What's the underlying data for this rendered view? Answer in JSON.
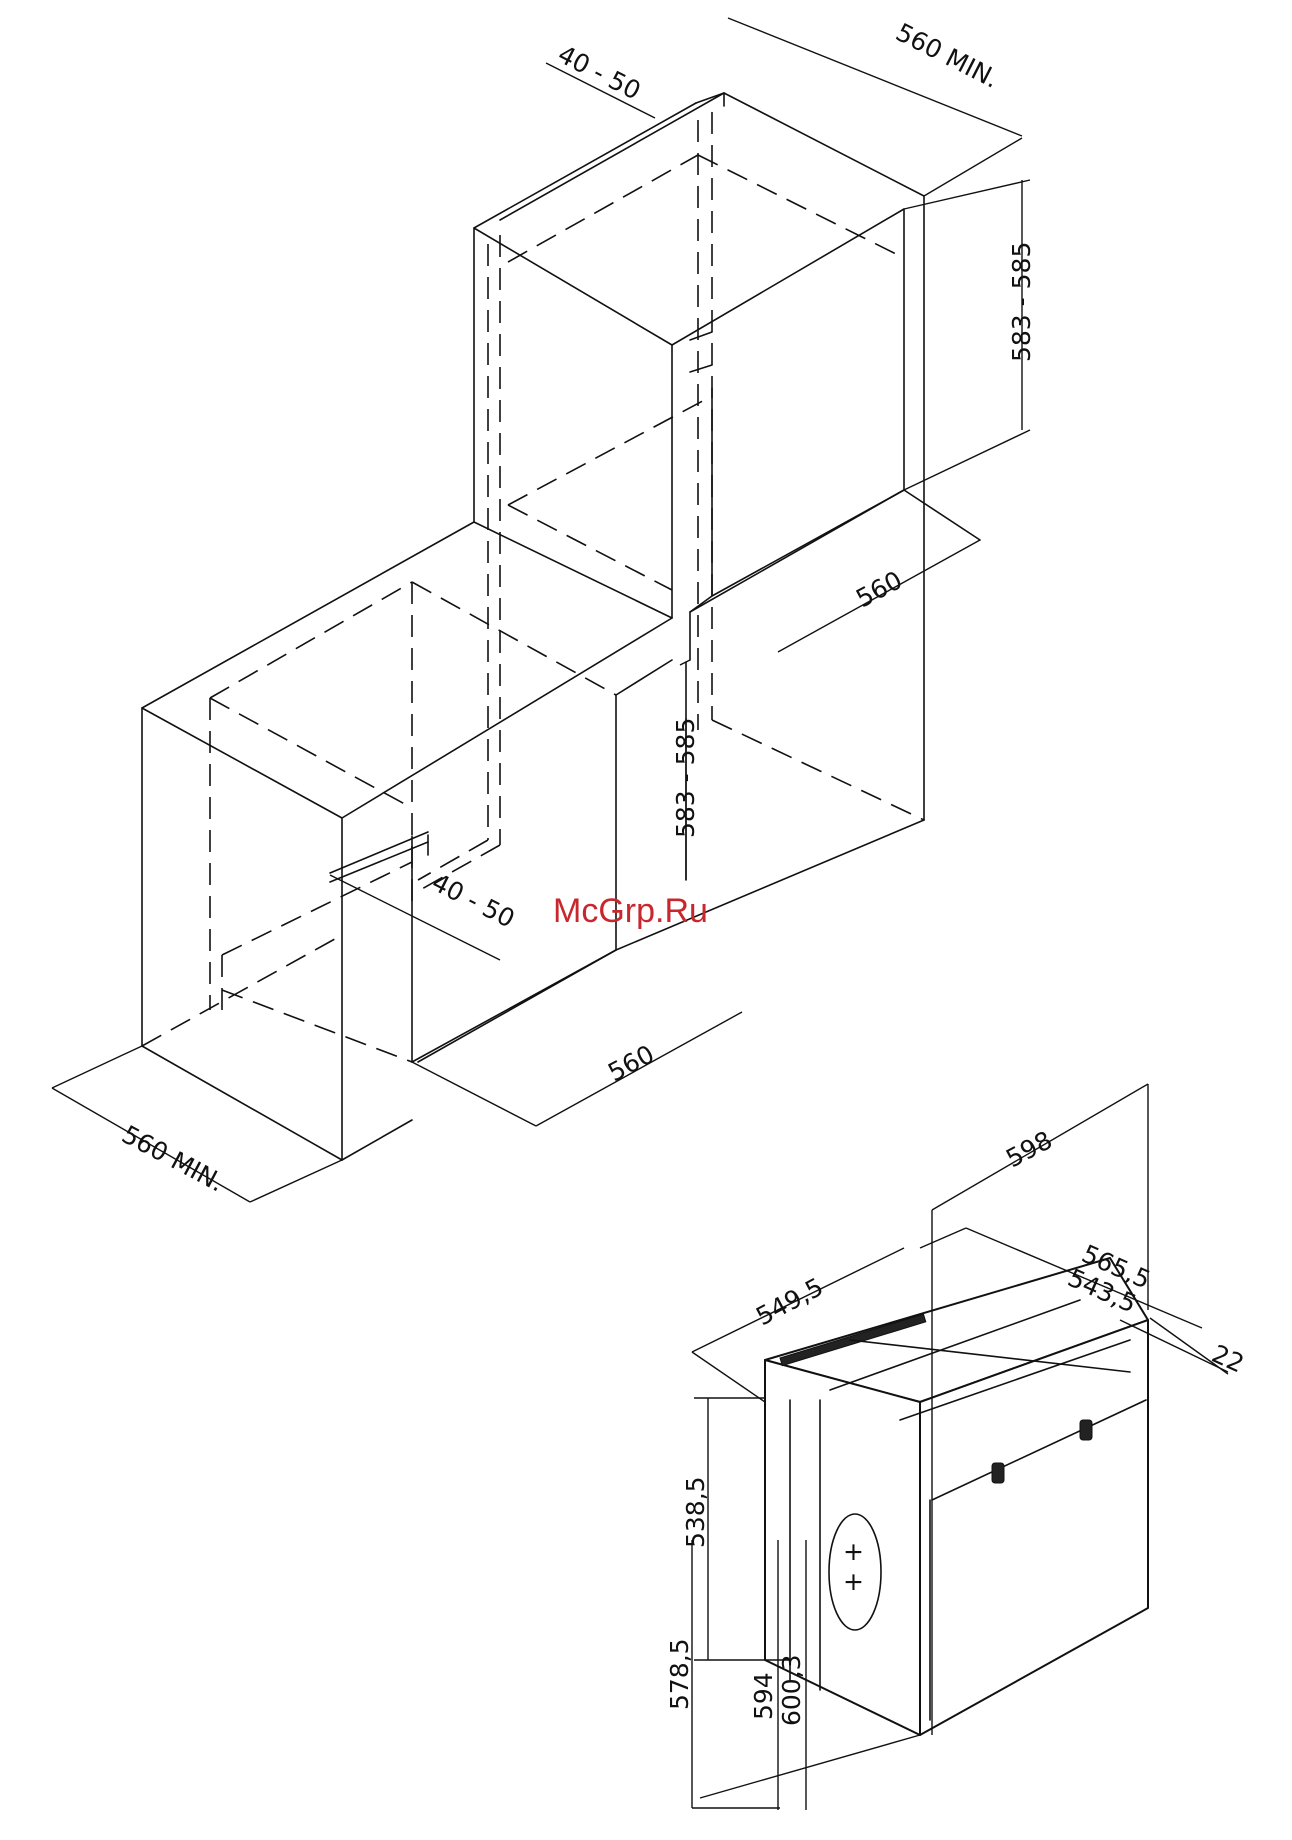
{
  "watermark": "McGrp.Ru",
  "upper_cabinet": {
    "gap_label": "40 - 50",
    "top_depth_label": "560 MIN.",
    "height_label": "583 - 585",
    "floor_depth_label": "560"
  },
  "lower_cabinet": {
    "height_label": "583 - 585",
    "gap_label": "40 - 50",
    "depth_label": "560",
    "front_width_label": "560 MIN."
  },
  "oven": {
    "width_label": "598",
    "body_width_a_label": "565,5",
    "body_width_b_label": "543,5",
    "front_thickness_label": "22",
    "depth_label": "549,5",
    "front_height_a_label": "538,5",
    "front_height_b_label": "578,5",
    "height_a_label": "594",
    "height_b_label": "600,3"
  }
}
